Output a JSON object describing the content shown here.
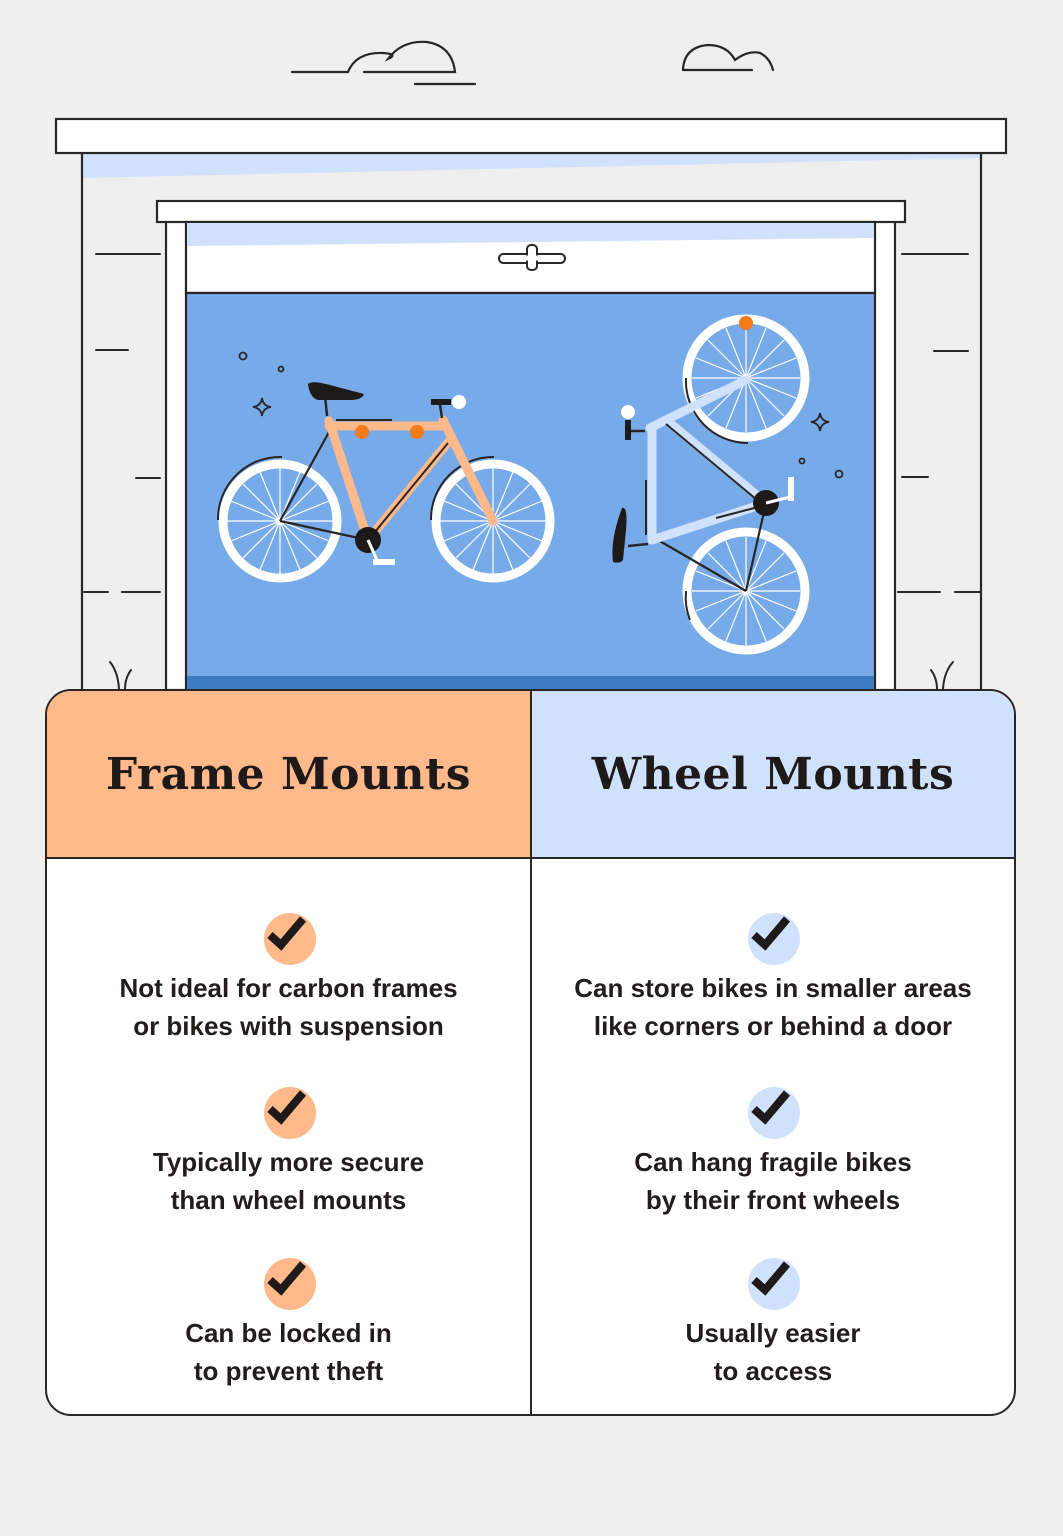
{
  "illustration": {
    "description": "Garage with open door showing two mounted bikes",
    "colors": {
      "background": "#efefef",
      "garage_interior": "#77aae9",
      "garage_floor_strip": "#3d7bc2",
      "light_blue": "#d0e1fc",
      "frame_orange": "#ffb98a",
      "accent_orange": "#f47a1a",
      "outline": "#2a2626"
    },
    "bikes": [
      {
        "name": "frame-mounted-bike",
        "orientation": "horizontal"
      },
      {
        "name": "wheel-mounted-bike",
        "orientation": "vertical"
      }
    ]
  },
  "comparison": {
    "columns": [
      {
        "title": "Frame Mounts",
        "color": "#ffb98a",
        "items": [
          {
            "line1": "Not ideal for carbon frames",
            "line2": "or bikes with suspension"
          },
          {
            "line1": "Typically more secure",
            "line2": "than wheel mounts"
          },
          {
            "line1": "Can be locked in",
            "line2": "to prevent theft"
          }
        ]
      },
      {
        "title": "Wheel Mounts",
        "color": "#d0e1fc",
        "items": [
          {
            "line1": "Can store bikes in smaller areas",
            "line2": "like corners or behind a door"
          },
          {
            "line1": "Can hang fragile bikes",
            "line2": "by their front wheels"
          },
          {
            "line1": "Usually easier",
            "line2": "to access"
          }
        ]
      }
    ]
  }
}
